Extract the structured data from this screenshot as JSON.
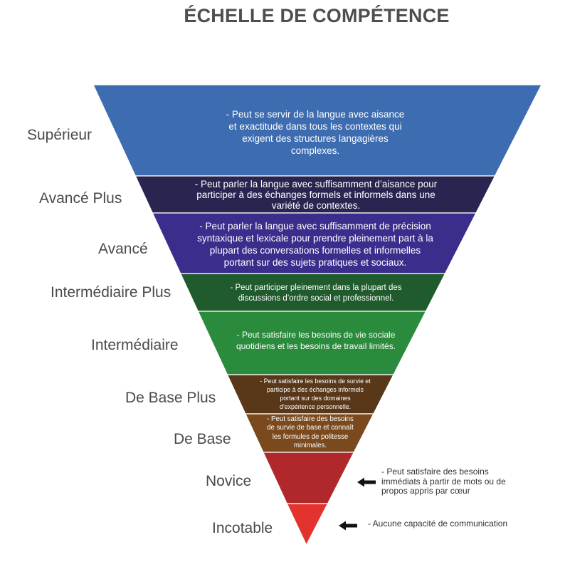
{
  "title": "ÉCHELLE DE COMPÉTENCE",
  "levels": [
    {
      "label": "Supérieur",
      "color": "#3d6cb0",
      "description": [
        "- Peut se servir de la langue avec aisance",
        "et exactitude dans tous les contextes qui",
        "exigent des structures langagières",
        "complexes."
      ]
    },
    {
      "label": "Avancé Plus",
      "color": "#2a2550",
      "description": [
        "- Peut parler la langue avec suffisamment d’aisance pour",
        "participer à des échanges formels et informels dans une",
        "variété de contextes."
      ]
    },
    {
      "label": "Avancé",
      "color": "#3b2d8c",
      "description": [
        "- Peut parler la langue avec suffisamment de précision",
        "syntaxique et lexicale pour prendre pleinement part à la",
        "plupart des conversations formelles et informelles",
        "portant sur des sujets pratiques et sociaux."
      ]
    },
    {
      "label": "Intermédiaire Plus",
      "color": "#1f5b2c",
      "description": [
        "- Peut participer pleinement dans la plupart des",
        "discussions d’ordre social et professionnel."
      ]
    },
    {
      "label": "Intermédiaire",
      "color": "#2b8b3c",
      "description": [
        "- Peut satisfaire les besoins de vie sociale",
        "quotidiens et les besoins de travail limités."
      ]
    },
    {
      "label": "De Base Plus",
      "color": "#583819",
      "description": [
        "- Peut satisfaire les besoins de survie et",
        "participe à des échanges informels",
        "portant sur des domaines",
        "d’expérience personnelle."
      ]
    },
    {
      "label": "De Base",
      "color": "#7a4a1e",
      "description": [
        "- Peut satisfaire des besoins",
        "de survie de base et connaît",
        "les formules de politesse",
        "minimales."
      ]
    },
    {
      "label": "Novice",
      "color": "#b0282c",
      "note_icon": "arrow-left-icon",
      "note": [
        "- Peut satisfaire des besoins",
        "immédiats à partir de mots ou de",
        "propos appris par cœur"
      ]
    },
    {
      "label": "Incotable",
      "color": "#e2332f",
      "note_icon": "arrow-left-icon",
      "note": [
        "- Aucune capacité de communication"
      ]
    }
  ]
}
